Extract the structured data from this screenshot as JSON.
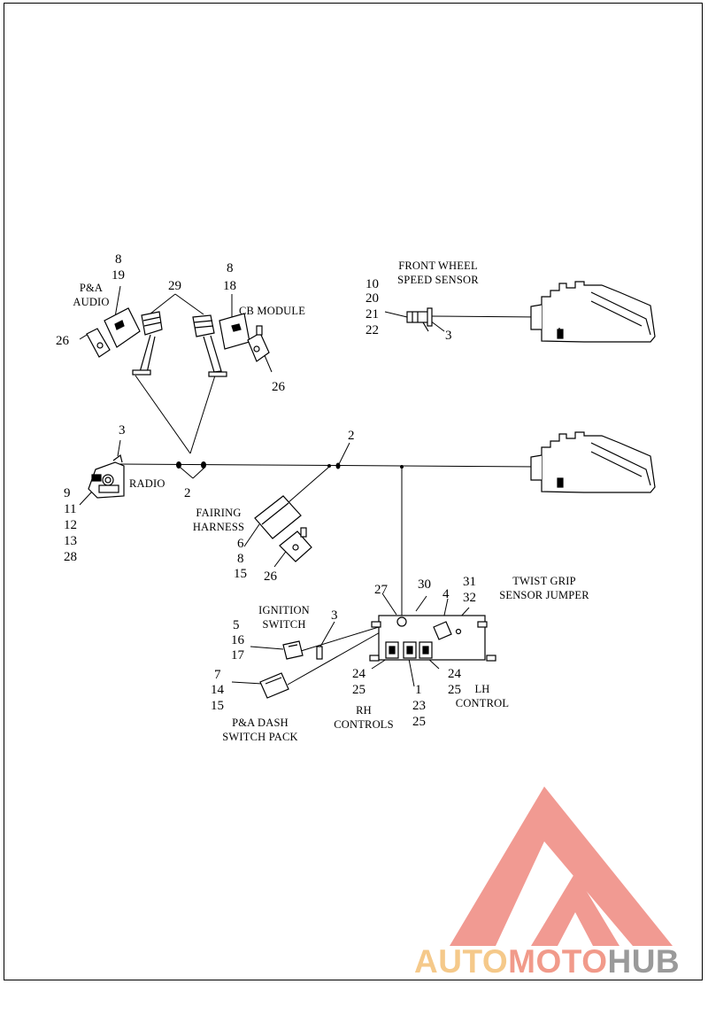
{
  "labels": {
    "pa_audio": [
      "P&A",
      "AUDIO"
    ],
    "cb_module": "CB MODULE",
    "front_wheel": [
      "FRONT WHEEL",
      "SPEED SENSOR"
    ],
    "radio": "RADIO",
    "fairing_harness": [
      "FAIRING",
      "HARNESS"
    ],
    "ignition_switch": [
      "IGNITION",
      "SWITCH"
    ],
    "twist_grip": [
      "TWIST GRIP",
      "SENSOR JUMPER"
    ],
    "lh_control": [
      "LH",
      "CONTROL"
    ],
    "rh_controls": [
      "RH",
      "CONTROLS"
    ],
    "pa_dash": [
      "P&A DASH",
      "SWITCH PACK"
    ]
  },
  "callouts": {
    "c_8a": "8",
    "c_19": "19",
    "c_29": "29",
    "c_8b": "8",
    "c_18": "18",
    "c_26a": "26",
    "c_26b": "26",
    "c_10": "10",
    "c_20": "20",
    "c_21": "21",
    "c_22": "22",
    "c_3a": "3",
    "c_3b": "3",
    "c_2a": "2",
    "c_2b": "2",
    "c_9": "9",
    "c_11": "11",
    "c_12": "12",
    "c_13": "13",
    "c_28": "28",
    "c_6": "6",
    "c_8c": "8",
    "c_15a": "15",
    "c_26c": "26",
    "c_27": "27",
    "c_30": "30",
    "c_4": "4",
    "c_31": "31",
    "c_32": "32",
    "c_5": "5",
    "c_16": "16",
    "c_17": "17",
    "c_3c": "3",
    "c_7": "7",
    "c_14": "14",
    "c_15b": "15",
    "c_24a": "24",
    "c_25a": "25",
    "c_1": "1",
    "c_23": "23",
    "c_25b": "25",
    "c_24b": "24",
    "c_25c": "25"
  },
  "watermark": {
    "auto": "AUTO",
    "moto": "MOTO",
    "hub": "HUB",
    "color_auto": "#f5c98a",
    "color_moto": "#f19a8a",
    "color_hub": "#9a9a9a",
    "logo_color": "#f19a92"
  }
}
